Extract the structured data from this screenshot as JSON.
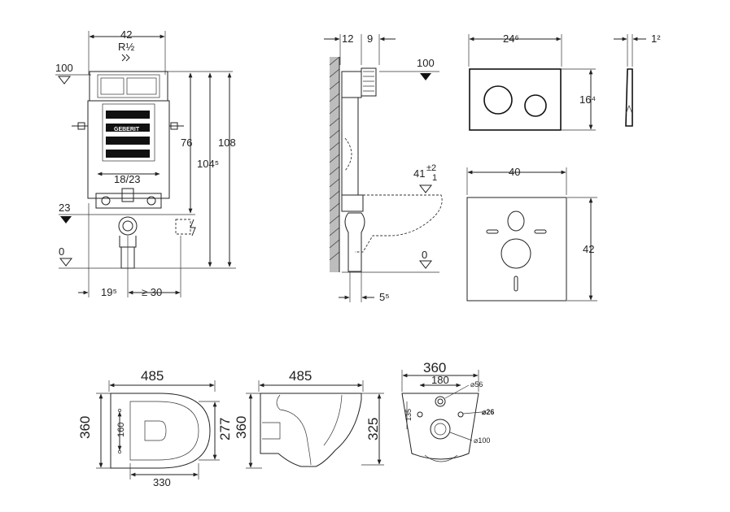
{
  "frame_front": {
    "width": "42",
    "connection": "R½",
    "level_100": "100",
    "height_76": "76",
    "height_104": "104⁵",
    "height_108": "108",
    "bracket": "18/23",
    "level_23": "23",
    "level_0": "0",
    "offset_19": "19⁵",
    "offset_30": "≥ 30",
    "brand": "GEBERIT"
  },
  "frame_side": {
    "dim_12": "12",
    "dim_9": "9",
    "level_100": "100",
    "level_41": "41",
    "tol_plus": "±2",
    "tol_minus": "1",
    "level_0": "0",
    "dim_5": "5⁵"
  },
  "plate_front": {
    "width": "24⁶",
    "height": "16⁴"
  },
  "plate_side": {
    "thickness": "1²"
  },
  "pad": {
    "width": "40",
    "height": "42"
  },
  "bowl_top": {
    "length": "485",
    "width": "360",
    "inner": "277",
    "seat": "330",
    "hole_spacing": "160"
  },
  "bowl_side": {
    "length": "485",
    "width": "360",
    "height": "325"
  },
  "bowl_back": {
    "width": "360",
    "spacing": "180",
    "d56": "⌀56",
    "d26": "⌀26",
    "d135": "135",
    "d100": "⌀100"
  }
}
